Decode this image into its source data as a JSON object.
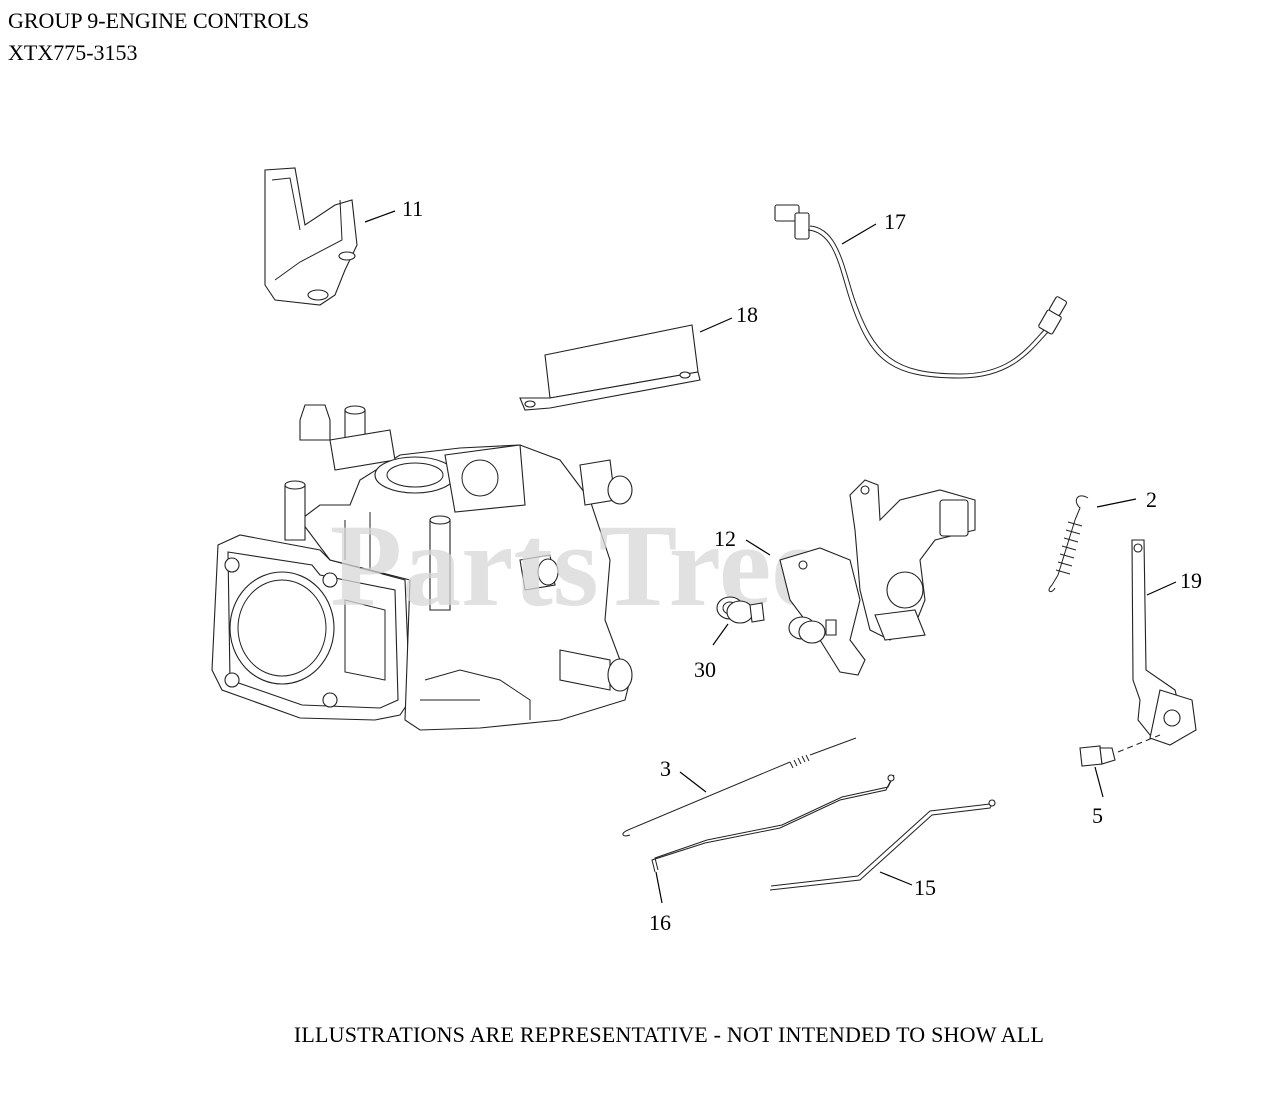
{
  "header": {
    "group_title": "GROUP 9-ENGINE CONTROLS",
    "model_number": "XTX775-3153"
  },
  "watermark": "PartsTree",
  "callouts": {
    "c2": "2",
    "c3": "3",
    "c5": "5",
    "c11": "11",
    "c12": "12",
    "c15": "15",
    "c16": "16",
    "c17": "17",
    "c18": "18",
    "c19": "19",
    "c30": "30"
  },
  "footer": {
    "disclaimer": "ILLUSTRATIONS ARE REPRESENTATIVE - NOT INTENDED TO SHOW ALL"
  }
}
